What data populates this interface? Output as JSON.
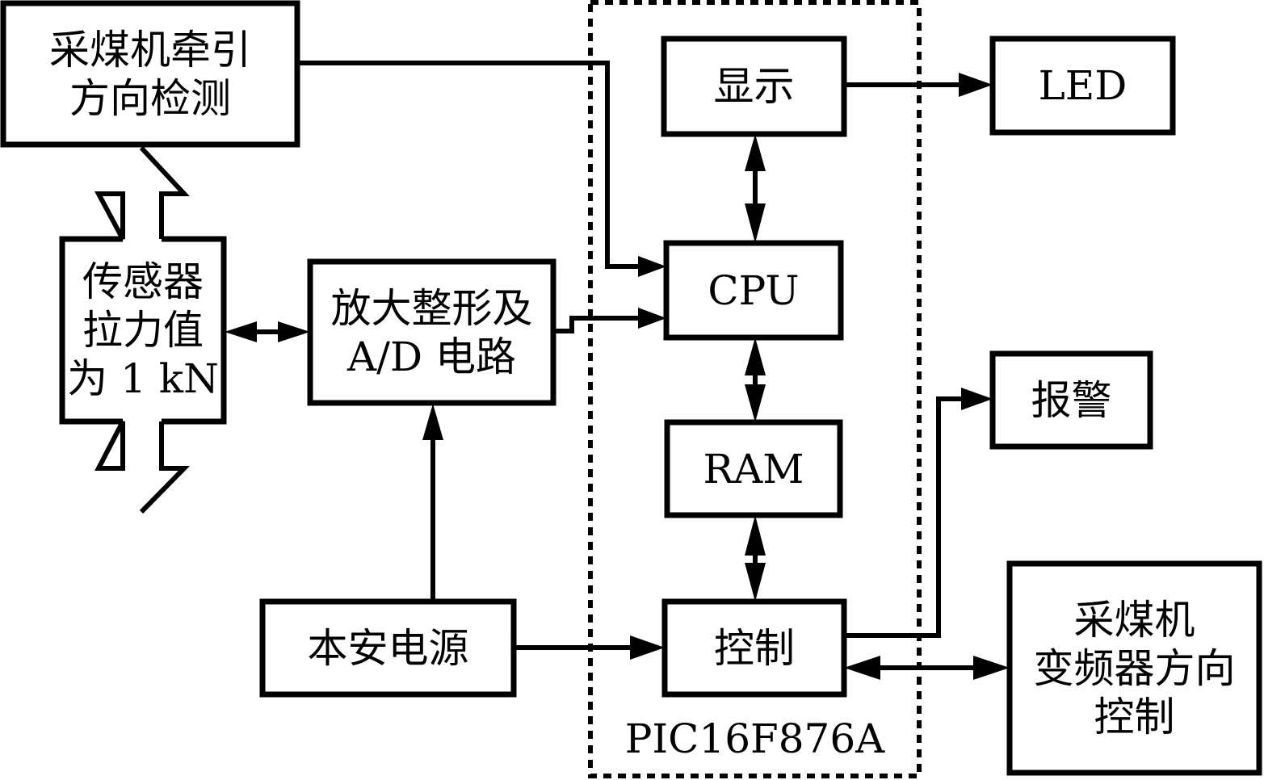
{
  "diagram": {
    "chip_label": "PIC16F876A",
    "blocks": {
      "traction_detect": [
        "采煤机牵引",
        "方向检测"
      ],
      "sensor": [
        "传感器",
        "拉力值",
        "为 1 kN"
      ],
      "amplifier": [
        "放大整形及",
        "A/D 电路"
      ],
      "power": "本安电源",
      "display": "显示",
      "cpu": "CPU",
      "ram": "RAM",
      "control": "控制",
      "led": "LED",
      "alarm": "报警",
      "vfd_control": [
        "采煤机",
        "变频器方向",
        "控制"
      ]
    },
    "connections": [
      {
        "from": "traction_detect",
        "to": "cpu",
        "type": "arrow"
      },
      {
        "from": "sensor",
        "to": "amplifier",
        "type": "bidirectional"
      },
      {
        "from": "amplifier",
        "to": "cpu",
        "type": "arrow"
      },
      {
        "from": "power",
        "to": "amplifier",
        "type": "arrow"
      },
      {
        "from": "power",
        "to": "control",
        "type": "arrow"
      },
      {
        "from": "display",
        "to": "led",
        "type": "arrow"
      },
      {
        "from": "display",
        "to": "cpu",
        "type": "bidirectional"
      },
      {
        "from": "cpu",
        "to": "ram",
        "type": "bidirectional"
      },
      {
        "from": "ram",
        "to": "control",
        "type": "bidirectional"
      },
      {
        "from": "control",
        "to": "alarm",
        "type": "arrow"
      },
      {
        "from": "control",
        "to": "vfd_control",
        "type": "bidirectional"
      },
      {
        "from": "sensor",
        "to": "traction_detect",
        "type": "hollow-bidirectional"
      }
    ]
  }
}
